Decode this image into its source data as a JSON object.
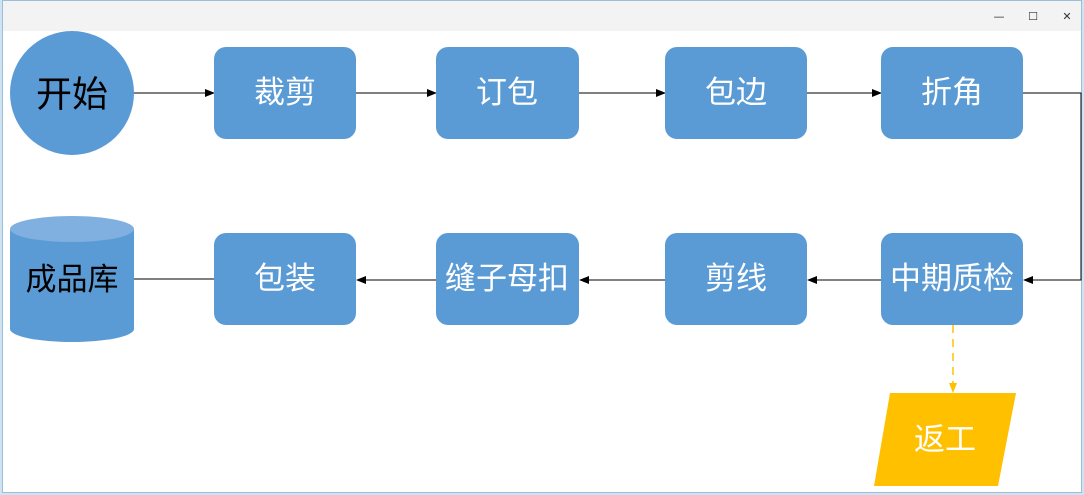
{
  "window": {
    "minimize_glyph": "—",
    "maximize_glyph": "☐",
    "close_glyph": "✕"
  },
  "colors": {
    "process_fill": "#5b9bd5",
    "rework_fill": "#ffc000",
    "arrow": "#000000",
    "rework_arrow": "#ffc000"
  },
  "nodes": {
    "start": "开始",
    "cutting": "裁剪",
    "binding": "订包",
    "edging": "包边",
    "corner": "折角",
    "inspection": "中期质检",
    "thread_trim": "剪线",
    "button_sewing": "缝子母扣",
    "packing": "包装",
    "warehouse": "成品库",
    "rework": "返工"
  }
}
